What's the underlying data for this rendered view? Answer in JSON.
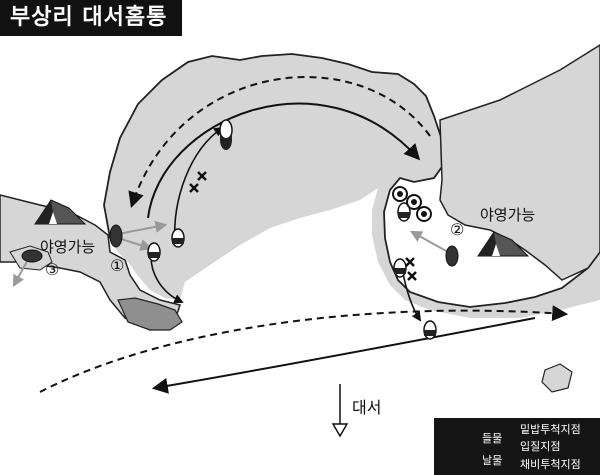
{
  "title": "부상리 대서홈통",
  "labels": {
    "camp_west": "야영가능",
    "camp_east": "야영가능",
    "point_1": "①",
    "point_2": "②",
    "point_3": "③",
    "direction": "대서"
  },
  "legend": {
    "rising_tide": "들물",
    "falling_tide": "날물",
    "bait_point": "밑밥투척지점",
    "landing_point": "입질지점",
    "cast_point": "채비투척지점"
  },
  "icons": [
    "tent-icon",
    "fishing-spot-icon",
    "bait-target-icon",
    "bite-x-icon",
    "float-icon",
    "direction-arrow-icon"
  ],
  "colors": {
    "land": "#d6d6d6",
    "rock": "#8f8f8f",
    "ink": "#111111",
    "legend_bg": "#151515"
  }
}
